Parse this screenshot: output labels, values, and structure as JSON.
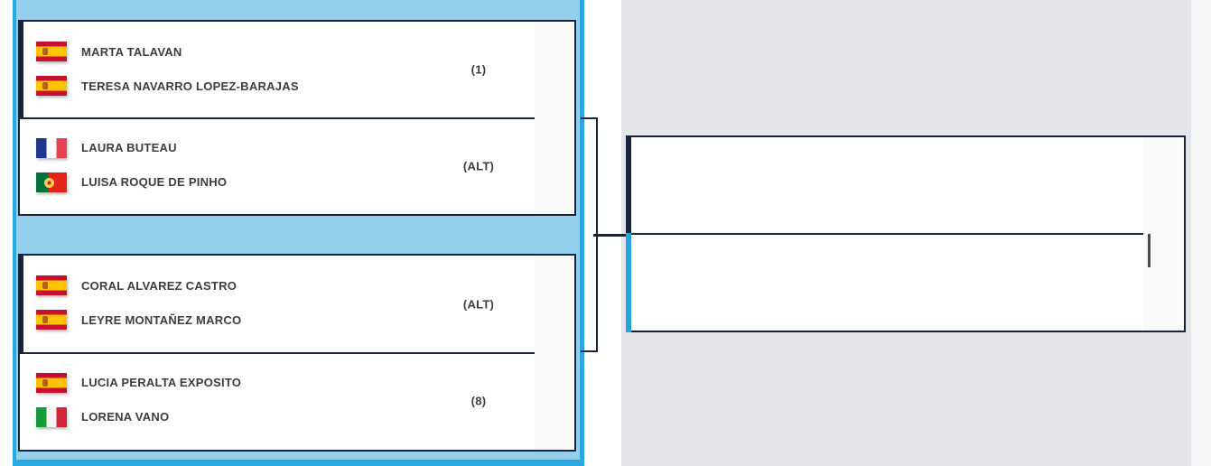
{
  "theme": {
    "panel_blue": "#95d0ec",
    "panel_blue_border": "#29a9e1",
    "navy": "#17243d",
    "accent_blue_bar": "#24a5e0",
    "gray_panel": "#e5e6ea",
    "score_column_bg": "#fafafa",
    "text_color": "#3d3d3d"
  },
  "round1": {
    "matches": [
      {
        "teams": [
          {
            "seed": "(1)",
            "players": [
              {
                "name": "MARTA TALAVAN",
                "flag": "es"
              },
              {
                "name": "TERESA NAVARRO LOPEZ-BARAJAS",
                "flag": "es"
              }
            ]
          },
          {
            "seed": "(ALT)",
            "players": [
              {
                "name": "LAURA BUTEAU",
                "flag": "fr"
              },
              {
                "name": "LUISA ROQUE DE PINHO",
                "flag": "pt"
              }
            ]
          }
        ]
      },
      {
        "teams": [
          {
            "seed": "(ALT)",
            "players": [
              {
                "name": "CORAL ALVAREZ CASTRO",
                "flag": "es"
              },
              {
                "name": "LEYRE MONTAÑEZ MARCO",
                "flag": "es"
              }
            ]
          },
          {
            "seed": "(8)",
            "players": [
              {
                "name": "LUCIA PERALTA EXPOSITO",
                "flag": "es"
              },
              {
                "name": "LORENA VANO",
                "flag": "it"
              }
            ]
          }
        ]
      }
    ]
  },
  "round2": {
    "matches": [
      {
        "teams": [
          {
            "players": []
          },
          {
            "players": []
          }
        ]
      }
    ]
  }
}
